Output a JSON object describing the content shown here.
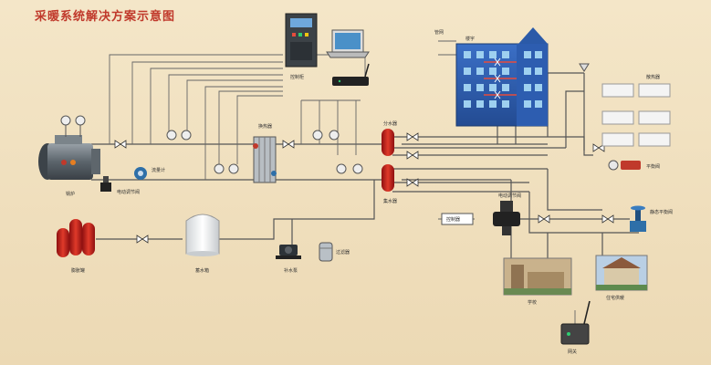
{
  "title": "采暖系统解决方案示意图",
  "labels": {
    "boiler": "锅炉",
    "heat_exchanger": "换热器",
    "control_cabinet": "控制柜",
    "flowmeter": "流量计",
    "regulating_valve": "电动调节阀",
    "expansion_tank": "膨胀罐",
    "water_tank": "蓄水箱",
    "water_pump": "补水泵",
    "filter": "过滤器",
    "supply_header": "分水器",
    "return_header": "集水器",
    "building": "楼宇",
    "radiator": "散热器",
    "balance_valve": "平衡阀",
    "static_balance_valve": "静态平衡阀",
    "control_box": "控制器",
    "pipe_network": "管网",
    "school": "学校",
    "residential_heating": "住宅供暖",
    "gateway": "网关"
  }
}
